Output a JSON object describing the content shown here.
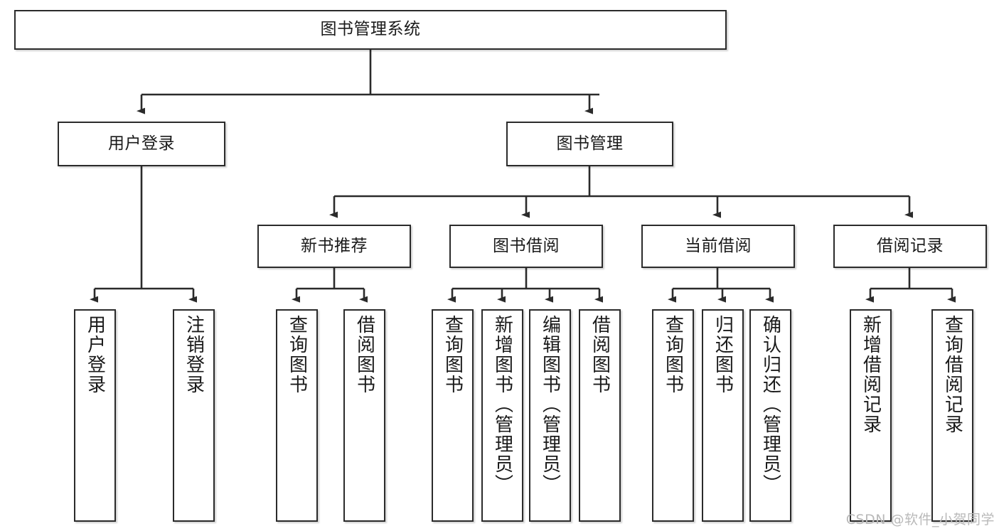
{
  "diagram": {
    "title": "图书管理系统",
    "type": "tree",
    "watermark": "CSDN @软件_小贺同学",
    "colors": {
      "box_border": "#2b2b2b",
      "box_fill": "#ffffff",
      "connector": "#2b2b2b",
      "text": "#1a1a1a",
      "watermark": "#b9b9b9"
    },
    "nodes": {
      "root": {
        "label": "图书管理系统",
        "orientation": "horizontal"
      },
      "l2": [
        {
          "id": "user-login",
          "label": "用户登录",
          "orientation": "horizontal"
        },
        {
          "id": "book-manage",
          "label": "图书管理",
          "orientation": "horizontal"
        }
      ],
      "l3": [
        {
          "id": "new-book-recommend",
          "label": "新书推荐",
          "orientation": "horizontal"
        },
        {
          "id": "book-borrow",
          "label": "图书借阅",
          "orientation": "horizontal"
        },
        {
          "id": "current-borrow",
          "label": "当前借阅",
          "orientation": "horizontal"
        },
        {
          "id": "borrow-record",
          "label": "借阅记录",
          "orientation": "horizontal"
        }
      ],
      "leaves": [
        {
          "id": "leaf-user-login",
          "label": "用户登录",
          "orientation": "vertical",
          "parent": "user-login"
        },
        {
          "id": "leaf-user-logout",
          "label": "注销登录",
          "orientation": "vertical",
          "parent": "user-login"
        },
        {
          "id": "leaf-query-book-1",
          "label": "查询图书",
          "orientation": "vertical",
          "parent": "new-book-recommend"
        },
        {
          "id": "leaf-borrow-book-1",
          "label": "借阅图书",
          "orientation": "vertical",
          "parent": "new-book-recommend"
        },
        {
          "id": "leaf-query-book-2",
          "label": "查询图书",
          "orientation": "vertical",
          "parent": "book-borrow"
        },
        {
          "id": "leaf-add-book",
          "label": "新增图书（管理员）",
          "orientation": "vertical",
          "parent": "book-borrow"
        },
        {
          "id": "leaf-edit-book",
          "label": "编辑图书（管理员）",
          "orientation": "vertical",
          "parent": "book-borrow"
        },
        {
          "id": "leaf-borrow-book-2",
          "label": "借阅图书",
          "orientation": "vertical",
          "parent": "book-borrow"
        },
        {
          "id": "leaf-query-book-3",
          "label": "查询图书",
          "orientation": "vertical",
          "parent": "current-borrow"
        },
        {
          "id": "leaf-return-book",
          "label": "归还图书",
          "orientation": "vertical",
          "parent": "current-borrow"
        },
        {
          "id": "leaf-confirm-return",
          "label": "确认归还（管理员）",
          "orientation": "vertical",
          "parent": "current-borrow"
        },
        {
          "id": "leaf-add-record",
          "label": "新增借阅记录",
          "orientation": "vertical",
          "parent": "borrow-record"
        },
        {
          "id": "leaf-query-record",
          "label": "查询借阅记录",
          "orientation": "vertical",
          "parent": "borrow-record"
        }
      ]
    }
  }
}
